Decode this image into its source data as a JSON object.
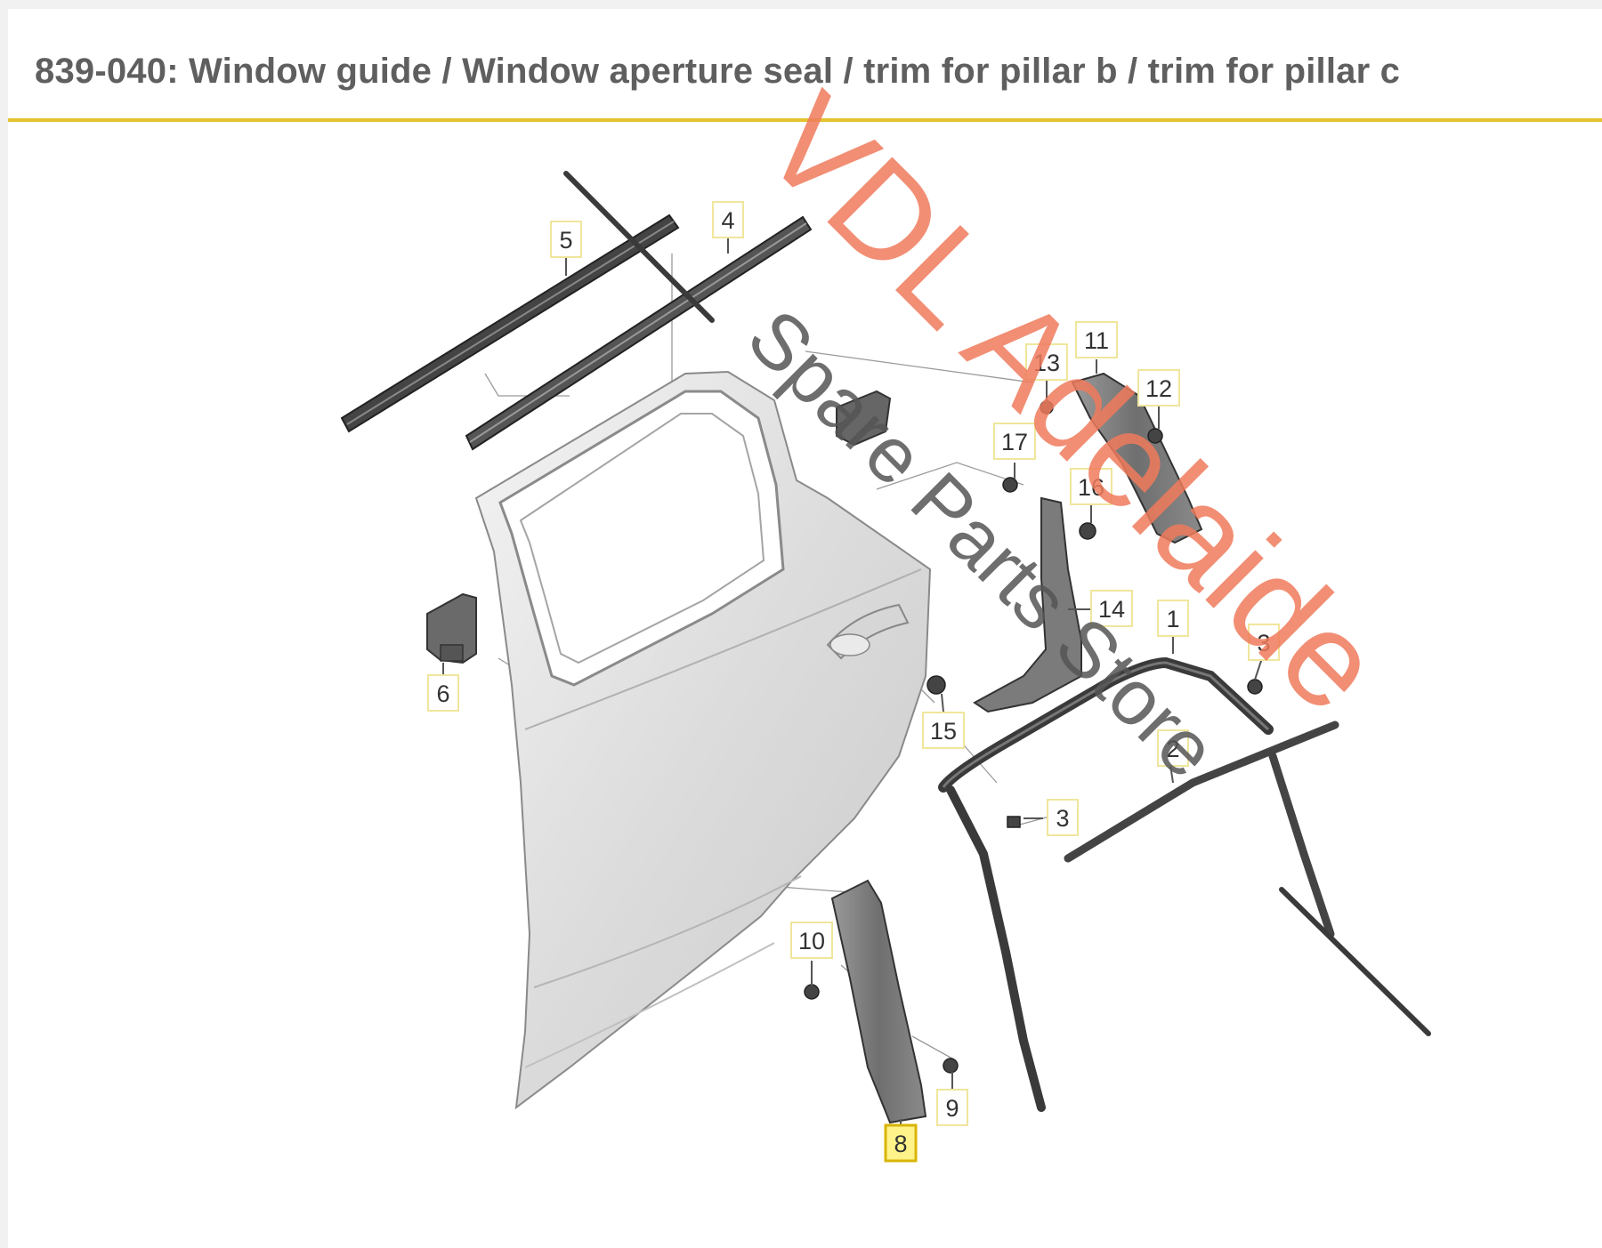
{
  "header": {
    "title": "839-040: Window guide / Window aperture seal / trim for pillar b / trim for pillar c"
  },
  "callouts": [
    {
      "label": "5",
      "highlighted": false
    },
    {
      "label": "4",
      "highlighted": false
    },
    {
      "label": "13",
      "highlighted": false
    },
    {
      "label": "11",
      "highlighted": false
    },
    {
      "label": "12",
      "highlighted": false
    },
    {
      "label": "17",
      "highlighted": false
    },
    {
      "label": "16",
      "highlighted": false
    },
    {
      "label": "14",
      "highlighted": false
    },
    {
      "label": "1",
      "highlighted": false
    },
    {
      "label": "3",
      "highlighted": false
    },
    {
      "label": "6",
      "highlighted": false
    },
    {
      "label": "15",
      "highlighted": false
    },
    {
      "label": "2",
      "highlighted": false
    },
    {
      "label": "3",
      "highlighted": false
    },
    {
      "label": "10",
      "highlighted": false
    },
    {
      "label": "9",
      "highlighted": false
    },
    {
      "label": "8",
      "highlighted": true
    }
  ],
  "watermark": {
    "line1": "VDL Adelaide",
    "line2": "Spare Parts Store",
    "color": "#ee7a5c"
  },
  "colors": {
    "accent": "#e5c22f",
    "highlight": "#fff38a"
  }
}
